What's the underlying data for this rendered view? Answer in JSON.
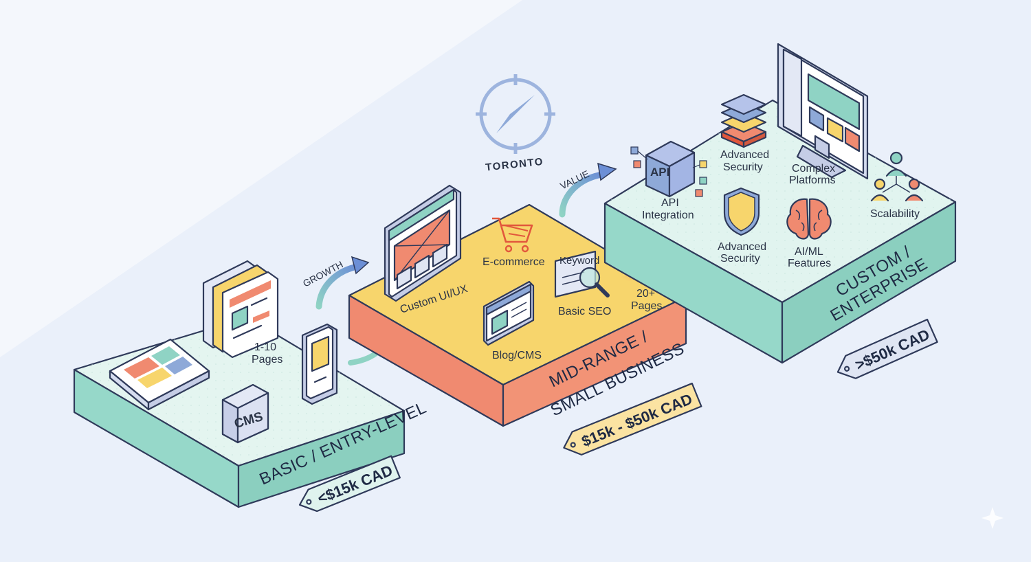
{
  "brand": {
    "city": "TORONTO"
  },
  "flows": {
    "growth": "GROWTH",
    "value": "VALUE"
  },
  "tiers": {
    "basic": {
      "title": "BASIC / ENTRY-LEVEL",
      "price": "<$15k CAD",
      "features": {
        "pages": "1-10",
        "pages_unit": "Pages",
        "cms": "CMS"
      }
    },
    "mid": {
      "title_line1": "MID-RANGE /",
      "title_line2": "SMALL BUSINESS",
      "price": "$15k - $50k CAD",
      "features": {
        "custom_ui": "Custom UI/UX",
        "ecommerce": "E-commerce",
        "keyword": "Keyword",
        "seo": "Basic SEO",
        "blog": "Blog/CMS",
        "pages": "20+",
        "pages_unit": "Pages"
      }
    },
    "enterprise": {
      "title_line1": "CUSTOM /",
      "title_line2": "ENTERPRISE",
      "price": ">$50k CAD",
      "features": {
        "api_badge": "API",
        "api_line1": "API",
        "api_line2": "Integration",
        "security_top_line1": "Advanced",
        "security_top_line2": "Security",
        "complex_line1": "Complex",
        "complex_line2": "Platforms",
        "security_line1": "Advanced",
        "security_line2": "Security",
        "ai_line1": "AI/ML",
        "ai_line2": "Features",
        "scalability": "Scalability"
      }
    }
  },
  "colors": {
    "teal_top": "#dff3ee",
    "teal_side": "#8fd3c4",
    "yellow_top": "#f7d56c",
    "coral_side": "#f08a70",
    "ink": "#2f3a5a",
    "accent_blue": "#8ea9d8",
    "orange_arrow": "#f08a62"
  }
}
